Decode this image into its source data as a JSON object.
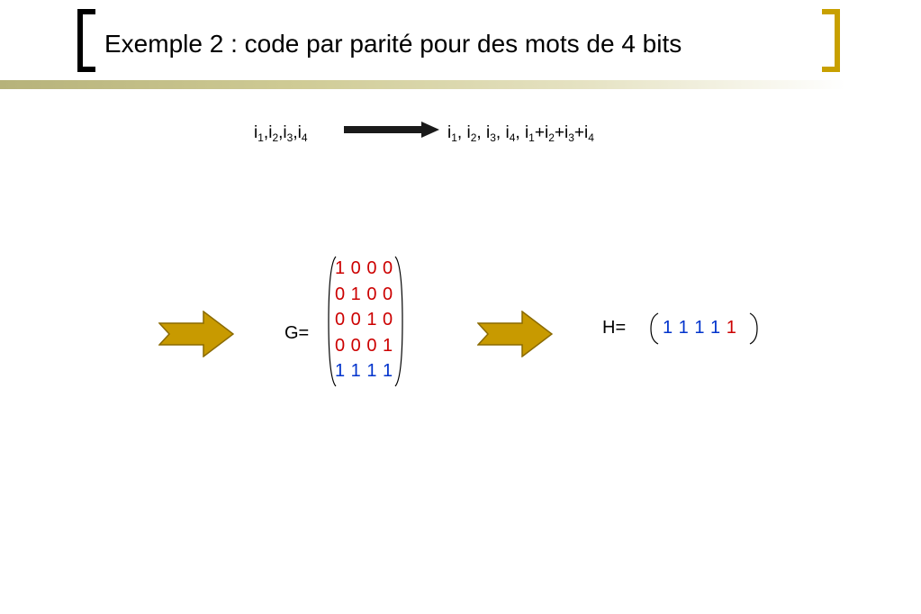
{
  "header": {
    "title": "Exemple 2 : code par parité pour des mots de 4 bits",
    "colors": {
      "left_bracket": "#000000",
      "right_bracket": "#c8a000",
      "rule": "#b6b27a"
    }
  },
  "mapping": {
    "input": "i1,i2,i3,i4",
    "output": "i1, i2, i3, i4, i1+i2+i3+i4"
  },
  "g_matrix": {
    "label": "G=",
    "rows": [
      "1 0 0 0",
      "0 1 0 0",
      "0 0 1 0",
      "0 0 0 1",
      "1 1 1 1"
    ],
    "row_colors": [
      "#cc0000",
      "#cc0000",
      "#cc0000",
      "#cc0000",
      "#0033cc"
    ]
  },
  "h_matrix": {
    "label": "H=",
    "parts": [
      "1 1 1 1",
      "1"
    ],
    "part_colors": [
      "#0033cc",
      "#cc0000"
    ]
  },
  "icons": {
    "arrow_color": "#c89a00",
    "arrow_outline": "#8a6a00",
    "mapping_arrow_color": "#1a1a1a"
  }
}
